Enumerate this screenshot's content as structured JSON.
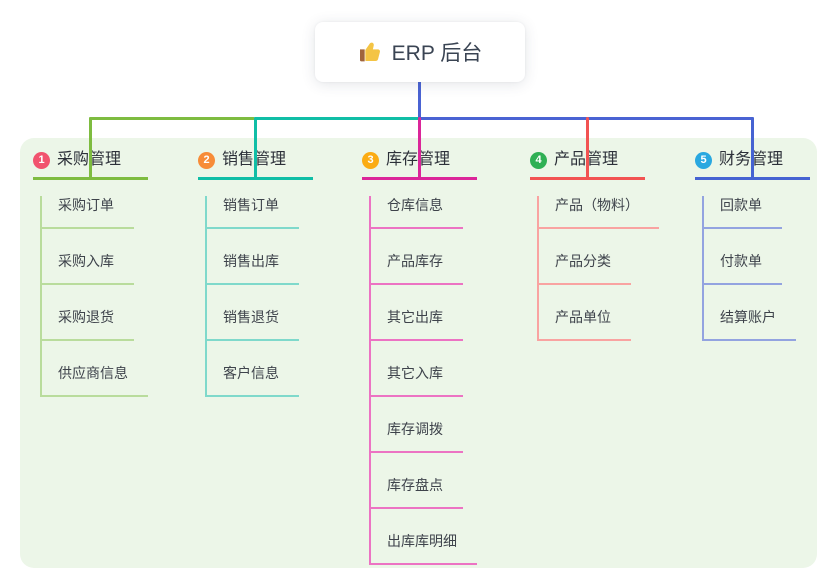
{
  "root": {
    "title": "ERP 后台",
    "icon": "thumbs-up"
  },
  "colors": {
    "panel_bg": "#ecf6e8",
    "root_line": "#4a63d3",
    "bus_segments": [
      "#7ebc40",
      "#10bea6",
      "#4a63d3"
    ]
  },
  "branches": [
    {
      "num": "1",
      "title": "采购管理",
      "badge_color": "#f1536e",
      "line_color": "#7ebc40",
      "child_line_color": "#b9dc9c",
      "children": [
        "采购订单",
        "采购入库",
        "采购退货",
        "供应商信息"
      ]
    },
    {
      "num": "2",
      "title": "销售管理",
      "badge_color": "#f78c38",
      "line_color": "#10bea6",
      "child_line_color": "#7fd9cb",
      "children": [
        "销售订单",
        "销售出库",
        "销售退货",
        "客户信息"
      ]
    },
    {
      "num": "3",
      "title": "库存管理",
      "badge_color": "#fbac13",
      "line_color": "#db2699",
      "child_line_color": "#ec73c3",
      "children": [
        "仓库信息",
        "产品库存",
        "其它出库",
        "其它入库",
        "库存调拨",
        "库存盘点",
        "出库库明细"
      ]
    },
    {
      "num": "4",
      "title": "产品管理",
      "badge_color": "#2fb054",
      "line_color": "#f25352",
      "child_line_color": "#f9a3a1",
      "children": [
        "产品（物料）",
        "产品分类",
        "产品单位"
      ]
    },
    {
      "num": "5",
      "title": "财务管理",
      "badge_color": "#29a8e0",
      "line_color": "#4663d2",
      "child_line_color": "#93a3e0",
      "children": [
        "回款单",
        "付款单",
        "结算账户"
      ]
    }
  ]
}
